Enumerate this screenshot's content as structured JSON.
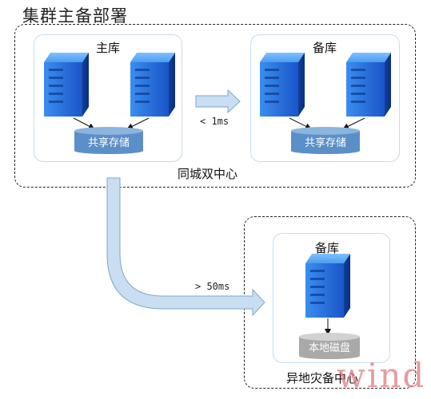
{
  "title": "集群主备部署",
  "zones": {
    "same_city": {
      "label": "同城双中心",
      "primary": {
        "label": "主库",
        "storage_label": "共享存储"
      },
      "standby": {
        "label": "备库",
        "storage_label": "共享存储"
      },
      "latency_label": "< 1ms"
    },
    "remote": {
      "label": "异地灾备中心",
      "standby": {
        "label": "备库",
        "storage_label": "本地磁盘"
      },
      "latency_label": "> 50ms"
    }
  },
  "watermark": "wind",
  "colors": {
    "server_blue": "#1e63d6",
    "storage_blue": "#5b8fc8",
    "storage_gray": "#a9a9a9",
    "arrow_blue": "#c9def1",
    "arrow_edge": "#7da6cf"
  }
}
